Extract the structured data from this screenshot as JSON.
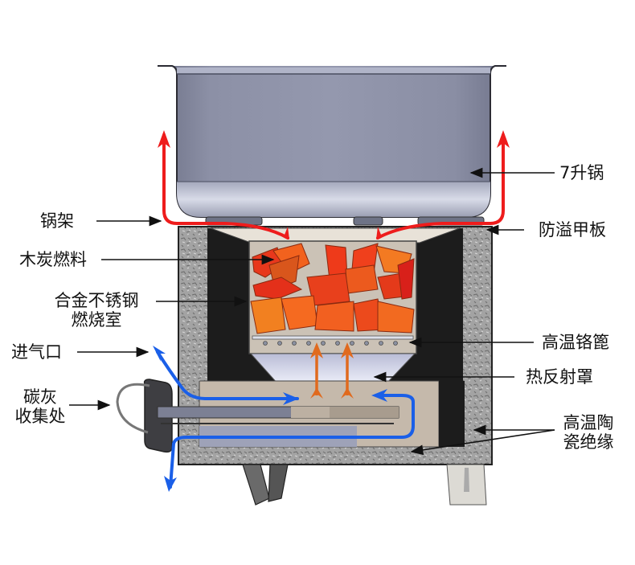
{
  "diagram": {
    "type": "cross-section",
    "subject": "charcoal cooking stove",
    "colors": {
      "hot_gas_flow": "#ee1c1c",
      "air_flow": "#1a5fe8",
      "rising_heat": "#e06a1e",
      "insulation": "#9a9a9a",
      "pot": "#8a8fa4",
      "charcoal": "#f05a1e"
    },
    "labels": {
      "pot": "7升锅",
      "pot_stand": "锅架",
      "spill_plate": "防溢甲板",
      "charcoal_fuel": "木炭燃料",
      "chamber_line1": "合金不锈钢",
      "chamber_line2": "燃烧室",
      "grate": "高温铬篦",
      "air_inlet": "进气口",
      "reflector": "热反射罩",
      "ash_line1": "碳灰",
      "ash_line2": "收集处",
      "insulation_line1": "高温陶",
      "insulation_line2": "瓷绝缘"
    }
  }
}
